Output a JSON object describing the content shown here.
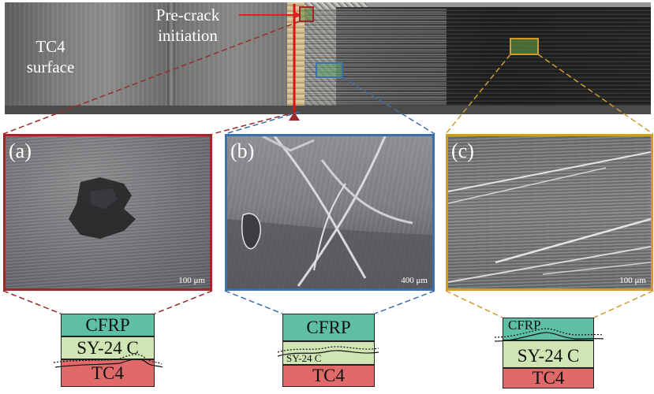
{
  "photo": {
    "tc4_label_line1": "TC4",
    "tc4_label_line2": "surface",
    "precrack_line1": "Pre-crack",
    "precrack_line2": "initiation"
  },
  "panels": [
    {
      "id": "a",
      "label": "(a)",
      "scale": "100 μm",
      "frame_color": "#9b2b2b"
    },
    {
      "id": "b",
      "label": "(b)",
      "scale": "400 μm",
      "frame_color": "#3d6eae"
    },
    {
      "id": "c",
      "label": "(c)",
      "scale": "100 μm",
      "frame_color": "#d29a2e"
    }
  ],
  "schematics": [
    {
      "cfrp": "CFRP",
      "adhesive": "SY-24 C",
      "tc4": "TC4",
      "crack_location": "adhesive/TC4 interface"
    },
    {
      "cfrp": "CFRP",
      "adhesive": "SY-24 C",
      "tc4": "TC4",
      "crack_location": "within adhesive"
    },
    {
      "cfrp": "CFRP",
      "adhesive": "SY-24 C",
      "tc4": "TC4",
      "crack_location": "CFRP/adhesive interface"
    }
  ],
  "colors": {
    "red": "#9b2b2b",
    "blue": "#3d6eae",
    "orange": "#d29a2e",
    "cfrp": "#5fbfa5",
    "adhesive": "#cfe5b3",
    "tc4": "#e06a6a"
  }
}
